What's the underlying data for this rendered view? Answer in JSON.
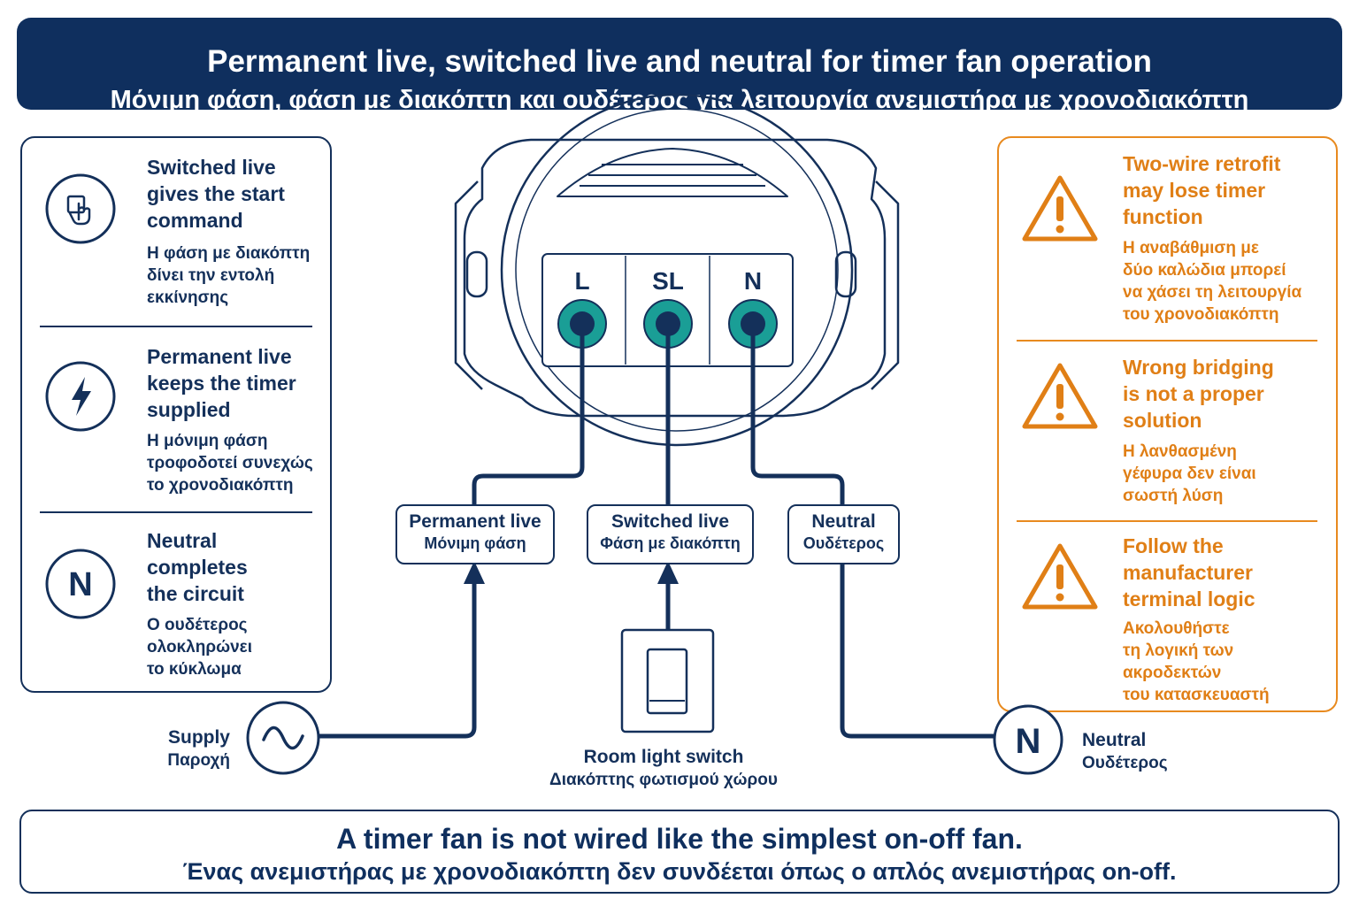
{
  "title": {
    "en": "Permanent live, switched live and neutral for timer fan operation",
    "el": "Μόνιμη φάση, φάση με διακόπτη και ουδέτερος για λειτουργία ανεμιστήρα με χρονοδιακόπτη"
  },
  "left_panel": {
    "items": [
      {
        "icon": "touch-hand-icon",
        "en": "Switched live\ngives the start\ncommand",
        "el": "Η φάση με διακόπτη\nδίνει την εντολή\nεκκίνησης"
      },
      {
        "icon": "lightning-bolt-icon",
        "en": "Permanent live\nkeeps the timer\nsupplied",
        "el": "Η μόνιμη φάση\nτροφοδοτεί συνεχώς\nτο χρονοδιακόπτη"
      },
      {
        "icon": "neutral-n-icon",
        "icon_letter": "N",
        "en": "Neutral\ncompletes\nthe circuit",
        "el": "Ο ουδέτερος\nολοκληρώνει\nτο κύκλωμα"
      }
    ]
  },
  "right_panel": {
    "items": [
      {
        "icon": "warning-triangle-icon",
        "en": "Two-wire retrofit\nmay lose timer\nfunction",
        "el": "Η αναβάθμιση με\nδύο καλώδια μπορεί\nνα χάσει τη λειτουργία\nτου χρονοδιακόπτη"
      },
      {
        "icon": "warning-triangle-icon",
        "en": "Wrong bridging\nis not a proper\nsolution",
        "el": "Η λανθασμένη\nγέφυρα δεν είναι\nσωστή λύση"
      },
      {
        "icon": "warning-triangle-icon",
        "en": "Follow the\nmanufacturer\nterminal logic",
        "el": "Ακολουθήστε\nτη λογική των\nακροδεκτών\nτου κατασκευαστή"
      }
    ]
  },
  "terminals": [
    "L",
    "SL",
    "N"
  ],
  "wire_labels": [
    {
      "en": "Permanent live",
      "el": "Μόνιμη φάση"
    },
    {
      "en": "Switched live",
      "el": "Φάση με διακόπτη"
    },
    {
      "en": "Neutral",
      "el": "Ουδέτερος"
    }
  ],
  "supply": {
    "en": "Supply",
    "el": "Παροχή",
    "icon": "ac-sine-icon"
  },
  "neutral_node": {
    "letter": "N",
    "en": "Neutral",
    "el": "Ουδέτερος"
  },
  "switch": {
    "en": "Room light switch",
    "el": "Διακόπτης φωτισμού χώρου",
    "icon": "rocker-switch-icon"
  },
  "footer": {
    "en": "A timer fan is not wired like the simplest on-off fan.",
    "el": "Ένας ανεμιστήρας με χρονοδιακόπτη δεν συνδέεται όπως ο απλός ανεμιστήρας on-off."
  },
  "colors": {
    "navy": "#14305a",
    "banner": "#0f2f5e",
    "teal": "#1a9e96",
    "orange": "#e07f16"
  }
}
